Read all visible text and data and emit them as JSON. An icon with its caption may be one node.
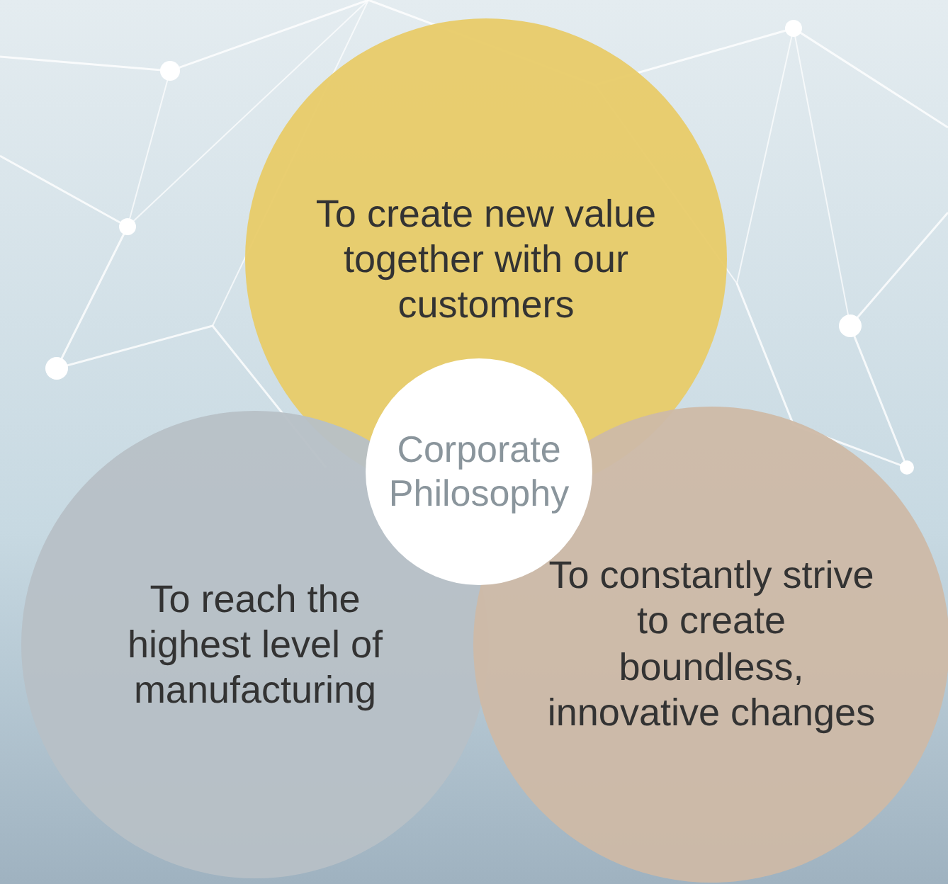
{
  "diagram": {
    "nodes": [
      {
        "text": [
          "To create new value together with our customers"
        ]
      },
      {
        "text": [
          "Corporate Philosophy"
        ]
      },
      {
        "text": [
          "To reach the highest level of manufacturing"
        ]
      },
      {
        "text": [
          "To constantly strive to create boundless, innovative changes"
        ]
      }
    ]
  }
}
